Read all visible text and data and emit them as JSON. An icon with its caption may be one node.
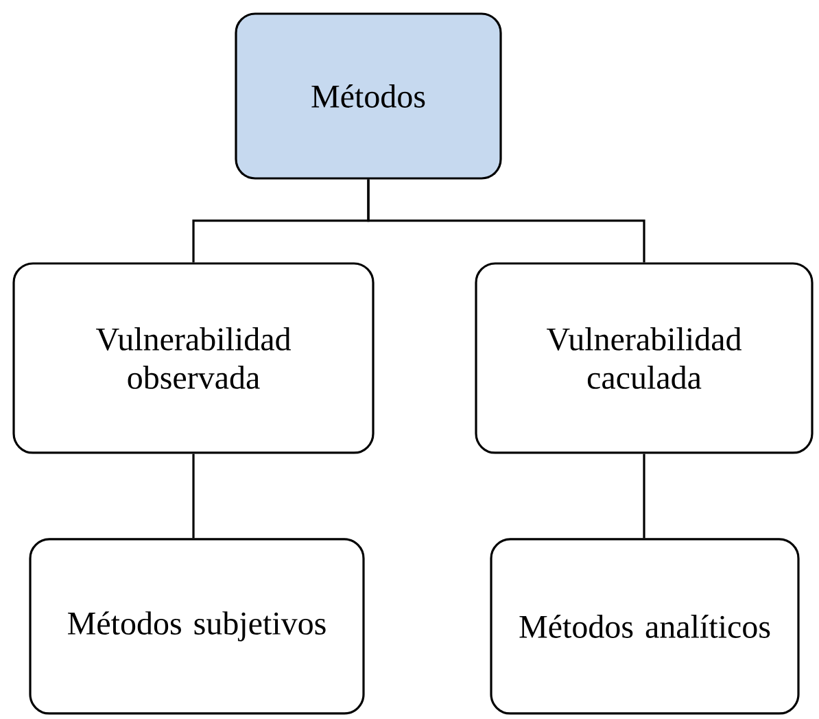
{
  "diagram": {
    "nodes": [
      {
        "text": [
          "Métodos"
        ]
      },
      {
        "text": [
          "Vulnerabilidad observada"
        ]
      },
      {
        "text": [
          "Vulnerabilidad caculada"
        ]
      },
      {
        "text": [
          "Métodos subjetivos"
        ]
      },
      {
        "text": [
          "Métodos analíticos"
        ]
      }
    ],
    "edges": [
      {
        "from": 0,
        "to": 1,
        "arrow": "none"
      },
      {
        "from": 0,
        "to": 2,
        "arrow": "none"
      },
      {
        "from": 1,
        "to": 3,
        "arrow": "none"
      },
      {
        "from": 2,
        "to": 4,
        "arrow": "none"
      }
    ]
  }
}
